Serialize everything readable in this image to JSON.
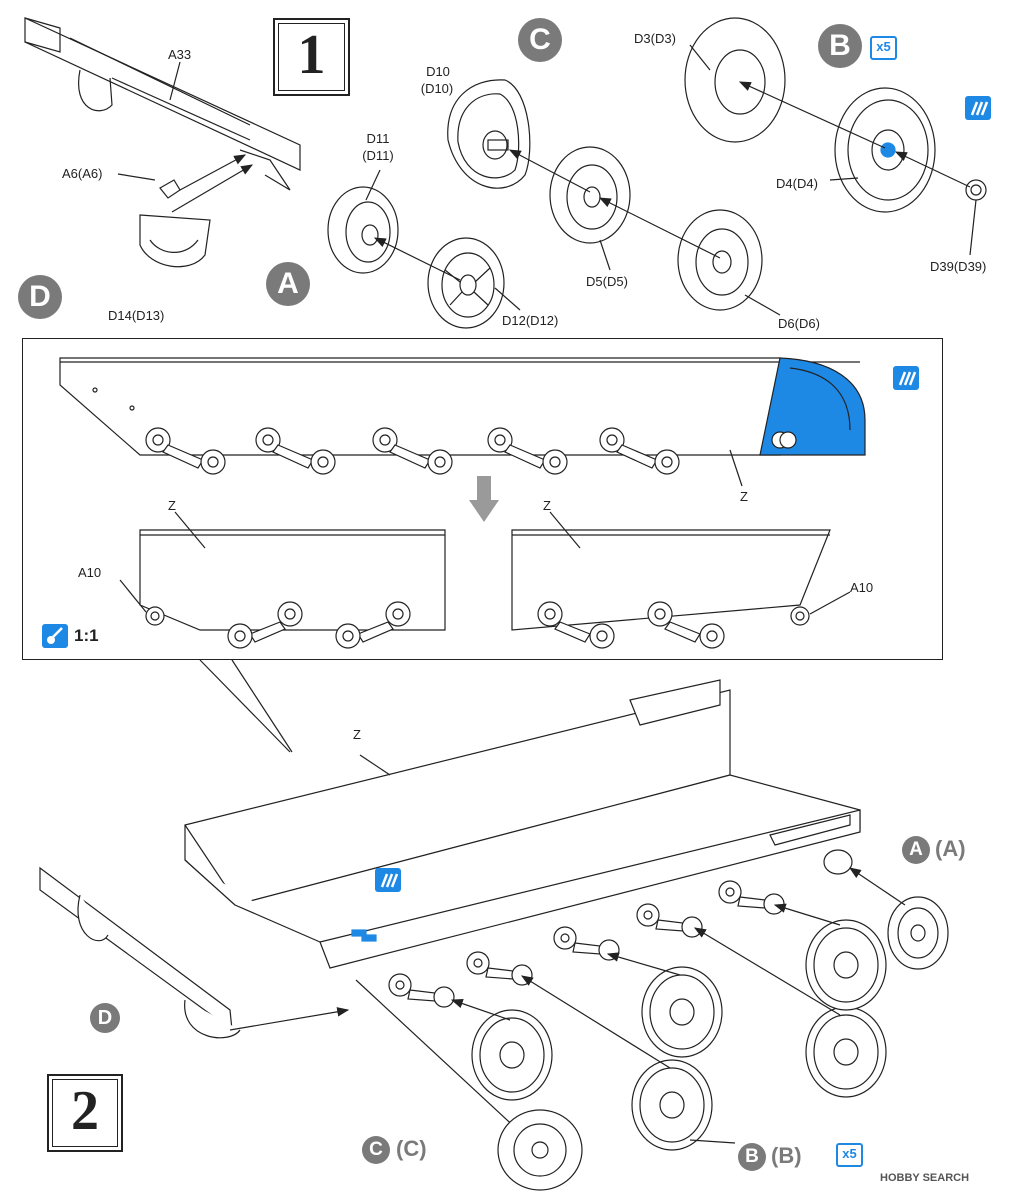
{
  "steps": {
    "step1": "1",
    "step2": "2"
  },
  "sprue_markers": {
    "A": "A",
    "B": "B",
    "C": "C",
    "D": "D"
  },
  "step1_labels": {
    "a33": "A33",
    "a6": "A6(A6)",
    "d14": "D14(D13)",
    "d11": "D11",
    "d11_alt": "(D11)",
    "d12": "D12(D12)",
    "d10": "D10",
    "d10_alt": "(D10)",
    "d5": "D5(D5)",
    "d6": "D6(D6)",
    "d3": "D3(D3)",
    "d4": "D4(D4)",
    "d39": "D39(D39)"
  },
  "quantity_badge": "x5",
  "inset_labels": {
    "z_top": "Z",
    "z_left": "Z",
    "z_right": "Z",
    "a10_left": "A10",
    "a10_right": "A10",
    "scale": "1:1"
  },
  "step2_labels": {
    "z": "Z",
    "a_paren": "(A)",
    "b_paren": "(B)",
    "c_paren": "(C)"
  },
  "watermark": "HOBBY SEARCH",
  "colors": {
    "paint_blue": "#1e88e5",
    "marker_gray": "#7a7a7a",
    "line": "#222222"
  }
}
